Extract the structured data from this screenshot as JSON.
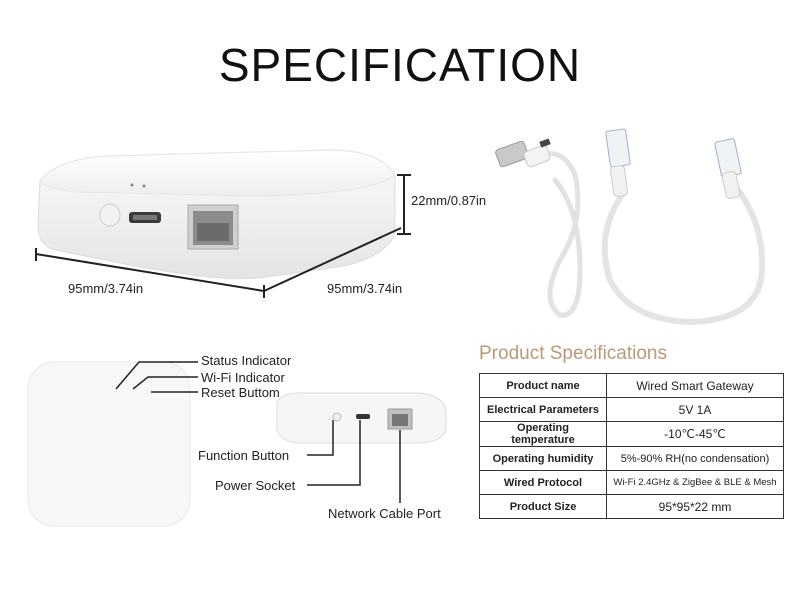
{
  "header": {
    "title": "SPECIFICATION"
  },
  "dimensions": {
    "height": "22mm/0.87in",
    "width_left": "95mm/3.74in",
    "width_right": "95mm/3.74in"
  },
  "device_labels": {
    "status": "Status Indicator",
    "wifi": "Wi-Fi Indicator",
    "reset": "Reset Buttom",
    "function": "Function Button",
    "power": "Power Socket",
    "network": "Network Cable Port"
  },
  "spec": {
    "heading": "Product Specifications",
    "rows": [
      {
        "key": "Product name",
        "value": "Wired Smart Gateway"
      },
      {
        "key": "Electrical Parameters",
        "value": "5V 1A"
      },
      {
        "key": "Operating temperature",
        "value": "-10℃-45℃"
      },
      {
        "key": "Operating humidity",
        "value": "5%-90% RH(no condensation)"
      },
      {
        "key": "Wired Protocol",
        "value": "Wi-Fi 2.4GHz & ZigBee & BLE & Mesh"
      },
      {
        "key": "Product Size",
        "value": "95*95*22 mm"
      }
    ]
  },
  "colors": {
    "heading_accent": "#b89a78",
    "device_white": "#f7f7f7"
  }
}
